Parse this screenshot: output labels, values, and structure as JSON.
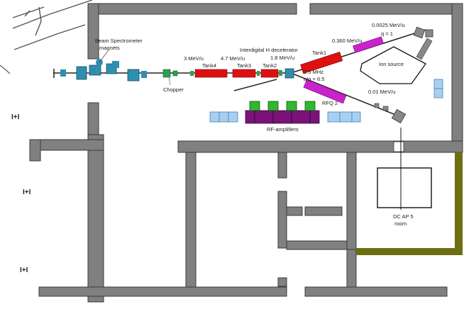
{
  "labels": {
    "beam_spectrometer": "Beam Spectrometer",
    "magnets": "magnets",
    "chopper": "Chopper",
    "energy_3": "3 MeV/u",
    "energy_47": "4.7 MeV/u",
    "tank4": "Tank4",
    "tank3": "Tank3",
    "tank2": "Tank2",
    "interdigital_decelerator": "Interdigital H decelerator",
    "energy_18": "1.8 MeV/u",
    "tank1": "Tank1",
    "energy_036": "0.360 MeV/u",
    "energy_00025": "0.0025 MeV/u",
    "q_label": "q = 1",
    "tank_spec": "2.5 MHz",
    "tank_spec2": "a/q = 6.5",
    "rfq_label": "RFQ 2",
    "energy_001": "0.01 MeV/u",
    "ion_source": "Ion source",
    "rf_platform": "RF-amplifiers",
    "room_label": "DC AP 5",
    "room_label2": "room",
    "side_marks": [
      "I+I",
      "I+I",
      "I+I"
    ]
  },
  "colors": {
    "wall": "#808080",
    "wall_stroke": "#3a3a3a",
    "olive_wall": "#6e6e12",
    "tank": "#dd1111",
    "rfq": "#cc22cc",
    "magnet": "#2f8fb0",
    "amplifier": "#7a127a",
    "green_box": "#2fb82f",
    "blue_box": "#a8cff0"
  }
}
